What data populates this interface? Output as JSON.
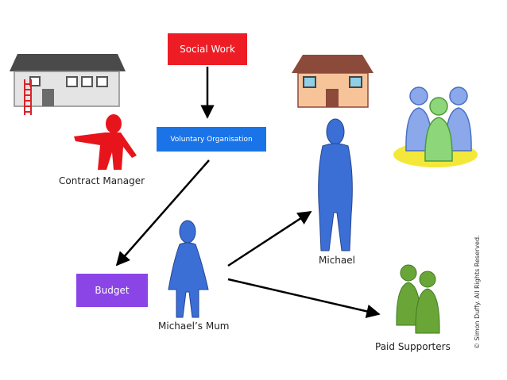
{
  "boxes": {
    "social_work": "Social Work",
    "voluntary_organisation": "Voluntary Organisation",
    "budget": "Budget"
  },
  "labels": {
    "contract_manager": "Contract Manager",
    "michael": "Michael",
    "michaels_mum": "Michael’s Mum",
    "paid_supporters": "Paid Supporters"
  },
  "copyright": "© Simon Duffy. All Rights Reserved.",
  "colors": {
    "social_work": "#ee1c24",
    "voluntary_organisation": "#1a74e8",
    "budget": "#8b45e6",
    "person_blue": "#3b6fd6",
    "contract_manager_red": "#e8141c",
    "supporters_green": "#6aa637"
  }
}
